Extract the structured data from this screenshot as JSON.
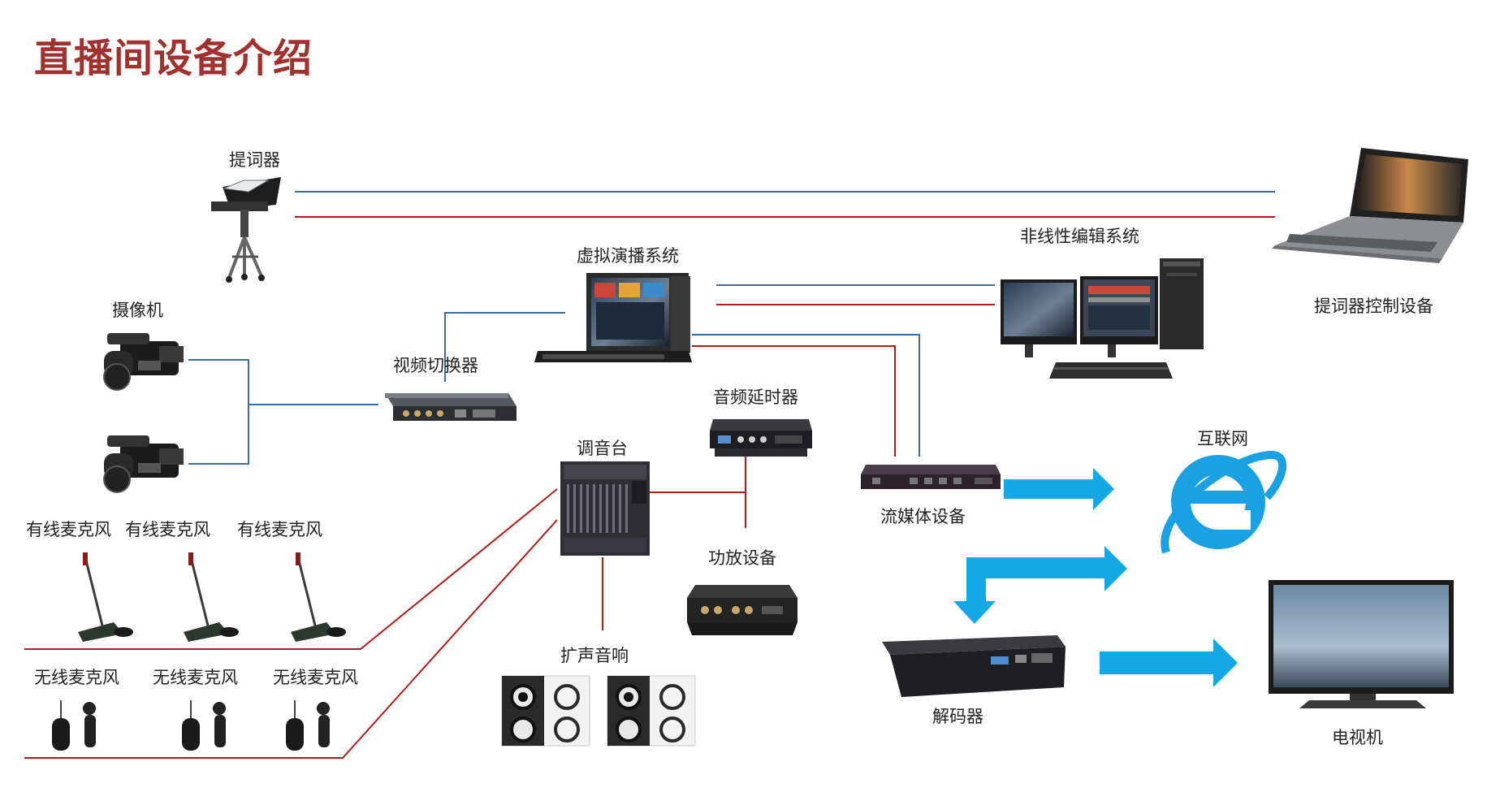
{
  "title": "直播间设备介绍",
  "labels": {
    "teleprompter": "提词器",
    "camera": "摄像机",
    "virtual_studio": "虚拟演播系统",
    "video_switcher": "视频切换器",
    "nle_system": "非线性编辑系统",
    "teleprompter_control": "提词器控制设备",
    "audio_delay": "音频延时器",
    "mixer": "调音台",
    "amplifier": "功放设备",
    "loudspeaker": "扩声音响",
    "streaming_device": "流媒体设备",
    "internet": "互联网",
    "decoder": "解码器",
    "tv": "电视机",
    "wired_mic_1": "有线麦克风",
    "wired_mic_2": "有线麦克风",
    "wired_mic_3": "有线麦克风",
    "wireless_mic_1": "无线麦克风",
    "wireless_mic_2": "无线麦克风",
    "wireless_mic_3": "无线麦克风"
  },
  "colors": {
    "title": "#a0312f",
    "video_line": "#3a6ea5",
    "audio_line": "#b01c1c",
    "arrow": "#14a9e6",
    "device_dark": "#2a2a2e"
  },
  "icons": {
    "teleprompter": "teleprompter-icon",
    "camera": "camcorder-icon",
    "virtual_studio": "portable-studio-icon",
    "video_switcher": "rack-switcher-icon",
    "nle_system": "workstation-icon",
    "teleprompter_control": "laptop-icon",
    "audio_delay": "rack-delay-icon",
    "mixer": "mixing-console-icon",
    "amplifier": "amplifier-icon",
    "loudspeaker": "speaker-icon",
    "streaming_device": "streaming-box-icon",
    "internet": "ie-logo-icon",
    "decoder": "decoder-icon",
    "tv": "television-icon",
    "wired_mic": "gooseneck-mic-icon",
    "wireless_mic": "wireless-mic-icon"
  }
}
